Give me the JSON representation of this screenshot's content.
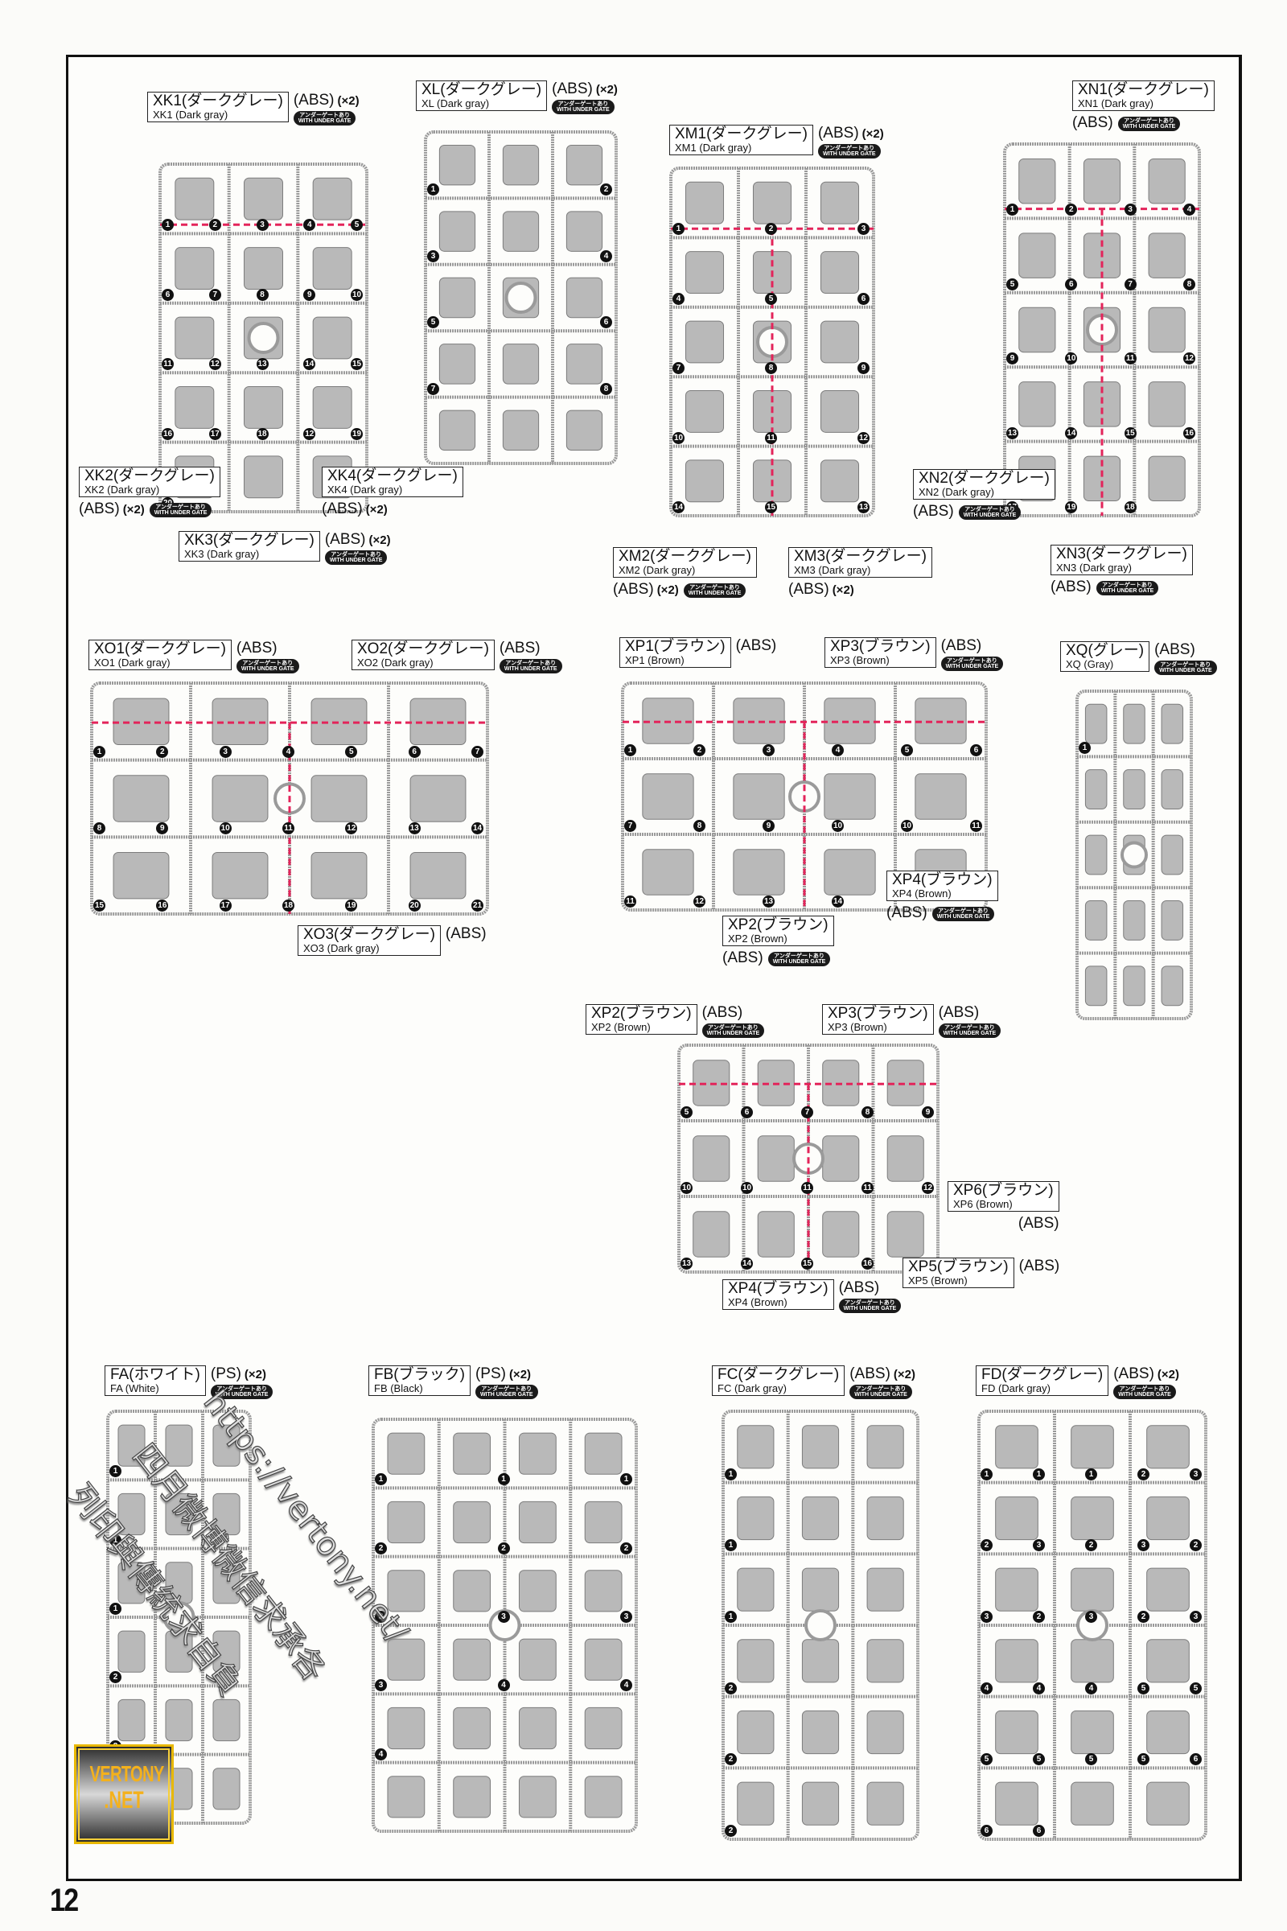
{
  "page": {
    "number": "12",
    "logo": {
      "line1": "VERTONY",
      "line2": ".NET"
    },
    "watermark": {
      "url": "https://vertony.net/",
      "line2": "四月微博微信求承各",
      "line3": "列印與傳統求自負"
    },
    "gate_badge": {
      "jp": "アンダーゲートあり",
      "en": "WITH UNDER GATE"
    },
    "colors": {
      "runner": "#9a9a9a",
      "runner_fill": "#b9b9b9",
      "cut_line": "#e3245a",
      "frame": "#111111"
    }
  },
  "runners": [
    {
      "id": "XK1",
      "jp": "XK1(ダークグレー)",
      "en": "XK1 (Dark gray)",
      "material": "(ABS)",
      "qty": "(×2)",
      "gate": true,
      "numbers": [
        "1",
        "2",
        "3",
        "4",
        "5",
        "6",
        "7",
        "8",
        "9",
        "10",
        "11",
        "12",
        "13",
        "14",
        "15",
        "16",
        "17",
        "18",
        "12"
      ]
    },
    {
      "id": "XK2",
      "jp": "XK2(ダークグレー)",
      "en": "XK2 (Dark gray)",
      "material": "(ABS)",
      "qty": "(×2)",
      "gate": true,
      "numbers": []
    },
    {
      "id": "XK3",
      "jp": "XK3(ダークグレー)",
      "en": "XK3 (Dark gray)",
      "material": "(ABS)",
      "qty": "(×2)",
      "gate": true,
      "numbers": [
        "19",
        "20"
      ]
    },
    {
      "id": "XK4",
      "jp": "XK4(ダークグレー)",
      "en": "XK4 (Dark gray)",
      "material": "(ABS)",
      "qty": "(×2)",
      "gate": false,
      "numbers": []
    },
    {
      "id": "XL",
      "jp": "XL(ダークグレー)",
      "en": "XL (Dark gray)",
      "material": "(ABS)",
      "qty": "(×2)",
      "gate": true,
      "numbers": [
        "1",
        "2",
        "3",
        "4",
        "5",
        "6",
        "7",
        "8"
      ]
    },
    {
      "id": "XM1",
      "jp": "XM1(ダークグレー)",
      "en": "XM1 (Dark gray)",
      "material": "(ABS)",
      "qty": "(×2)",
      "gate": true,
      "numbers": [
        "1",
        "2",
        "3",
        "4",
        "5",
        "6",
        "7",
        "8",
        "9",
        "10",
        "11",
        "12"
      ]
    },
    {
      "id": "XM2",
      "jp": "XM2(ダークグレー)",
      "en": "XM2 (Dark gray)",
      "material": "(ABS)",
      "qty": "(×2)",
      "gate": true,
      "numbers": [
        "14",
        "15"
      ]
    },
    {
      "id": "XM3",
      "jp": "XM3(ダークグレー)",
      "en": "XM3 (Dark gray)",
      "material": "(ABS)",
      "qty": "(×2)",
      "gate": false,
      "numbers": [
        "13"
      ]
    },
    {
      "id": "XN1",
      "jp": "XN1(ダークグレー)",
      "en": "XN1 (Dark gray)",
      "material": "(ABS)",
      "qty": "",
      "gate": true,
      "numbers": [
        "1",
        "2",
        "3",
        "4",
        "5",
        "6",
        "7",
        "8",
        "9",
        "10",
        "11",
        "12",
        "13",
        "14"
      ]
    },
    {
      "id": "XN2",
      "jp": "XN2(ダークグレー)",
      "en": "XN2 (Dark gray)",
      "material": "(ABS)",
      "qty": "",
      "gate": true,
      "numbers": [
        "15",
        "16",
        "17",
        "19"
      ]
    },
    {
      "id": "XN3",
      "jp": "XN3(ダークグレー)",
      "en": "XN3 (Dark gray)",
      "material": "(ABS)",
      "qty": "",
      "gate": true,
      "numbers": [
        "18"
      ]
    },
    {
      "id": "XO1",
      "jp": "XO1(ダークグレー)",
      "en": "XO1 (Dark gray)",
      "material": "(ABS)",
      "qty": "",
      "gate": true,
      "numbers": [
        "1",
        "2",
        "3",
        "4",
        "5",
        "6",
        "7",
        "8",
        "9",
        "10",
        "11",
        "12"
      ]
    },
    {
      "id": "XO2",
      "jp": "XO2(ダークグレー)",
      "en": "XO2 (Dark gray)",
      "material": "(ABS)",
      "qty": "",
      "gate": true,
      "numbers": [
        "13",
        "14",
        "15"
      ]
    },
    {
      "id": "XO3",
      "jp": "XO3(ダークグレー)",
      "en": "XO3 (Dark gray)",
      "material": "(ABS)",
      "qty": "",
      "gate": false,
      "numbers": [
        "16",
        "17",
        "18",
        "19",
        "20",
        "21"
      ]
    },
    {
      "id": "XP1",
      "jp": "XP1(ブラウン)",
      "en": "XP1 (Brown)",
      "material": "(ABS)",
      "qty": "",
      "gate": false,
      "numbers": [
        "1",
        "2",
        "3",
        "4"
      ]
    },
    {
      "id": "XP2",
      "jp": "XP2(ブラウン)",
      "en": "XP2 (Brown)",
      "material": "(ABS)",
      "qty": "",
      "gate": true,
      "numbers": [
        "5",
        "6"
      ]
    },
    {
      "id": "XP3",
      "jp": "XP3(ブラウン)",
      "en": "XP3 (Brown)",
      "material": "(ABS)",
      "qty": "",
      "gate": true,
      "numbers": [
        "7",
        "8",
        "9",
        "10",
        "10",
        "11",
        "11",
        "12",
        "13"
      ]
    },
    {
      "id": "XP4",
      "jp": "XP4(ブラウン)",
      "en": "XP4 (Brown)",
      "material": "(ABS)",
      "qty": "",
      "gate": true,
      "numbers": [
        "14"
      ]
    },
    {
      "id": "XQ",
      "jp": "XQ(グレー)",
      "en": "XQ (Gray)",
      "material": "(ABS)",
      "qty": "",
      "gate": true,
      "numbers": [
        "1"
      ]
    },
    {
      "id": "XP2b",
      "jp": "XP2(ブラウン)",
      "en": "XP2 (Brown)",
      "material": "(ABS)",
      "qty": "",
      "gate": true,
      "numbers": [
        "5",
        "6"
      ]
    },
    {
      "id": "XP3b",
      "jp": "XP3(ブラウン)",
      "en": "XP3 (Brown)",
      "material": "(ABS)",
      "qty": "",
      "gate": true,
      "numbers": [
        "7",
        "8",
        "9",
        "10",
        "10",
        "11",
        "11",
        "12",
        "13"
      ]
    },
    {
      "id": "XP4b",
      "jp": "XP4(ブラウン)",
      "en": "XP4 (Brown)",
      "material": "(ABS)",
      "qty": "",
      "gate": true,
      "numbers": [
        "14"
      ]
    },
    {
      "id": "XP5",
      "jp": "XP5(ブラウン)",
      "en": "XP5 (Brown)",
      "material": "(ABS)",
      "qty": "",
      "gate": false,
      "numbers": [
        "15"
      ]
    },
    {
      "id": "XP6",
      "jp": "XP6(ブラウン)",
      "en": "XP6 (Brown)",
      "material": "(ABS)",
      "qty": "",
      "gate": false,
      "numbers": [
        "16"
      ]
    },
    {
      "id": "FA",
      "jp": "FA(ホワイト)",
      "en": "FA (White)",
      "material": "(PS)",
      "qty": "(×2)",
      "gate": true,
      "numbers": [
        "1",
        "1",
        "1",
        "2",
        "2",
        "2"
      ]
    },
    {
      "id": "FB",
      "jp": "FB(ブラック)",
      "en": "FB (Black)",
      "material": "(PS)",
      "qty": "(×2)",
      "gate": true,
      "numbers": [
        "1",
        "1",
        "1",
        "2",
        "2",
        "2",
        "3",
        "3",
        "3",
        "3",
        "4",
        "4",
        "4"
      ]
    },
    {
      "id": "FC",
      "jp": "FC(ダークグレー)",
      "en": "FC (Dark gray)",
      "material": "(ABS)",
      "qty": "(×2)",
      "gate": true,
      "numbers": [
        "1",
        "1",
        "1",
        "2",
        "2",
        "2"
      ]
    },
    {
      "id": "FD",
      "jp": "FD(ダークグレー)",
      "en": "FD (Dark gray)",
      "material": "(ABS)",
      "qty": "(×2)",
      "gate": true,
      "numbers": [
        "1",
        "1",
        "1",
        "2",
        "3",
        "2",
        "3",
        "2",
        "3",
        "2",
        "3",
        "2",
        "3",
        "2",
        "3",
        "4",
        "4",
        "4",
        "5",
        "5",
        "5",
        "5",
        "5",
        "5",
        "6",
        "6",
        "6"
      ]
    }
  ]
}
